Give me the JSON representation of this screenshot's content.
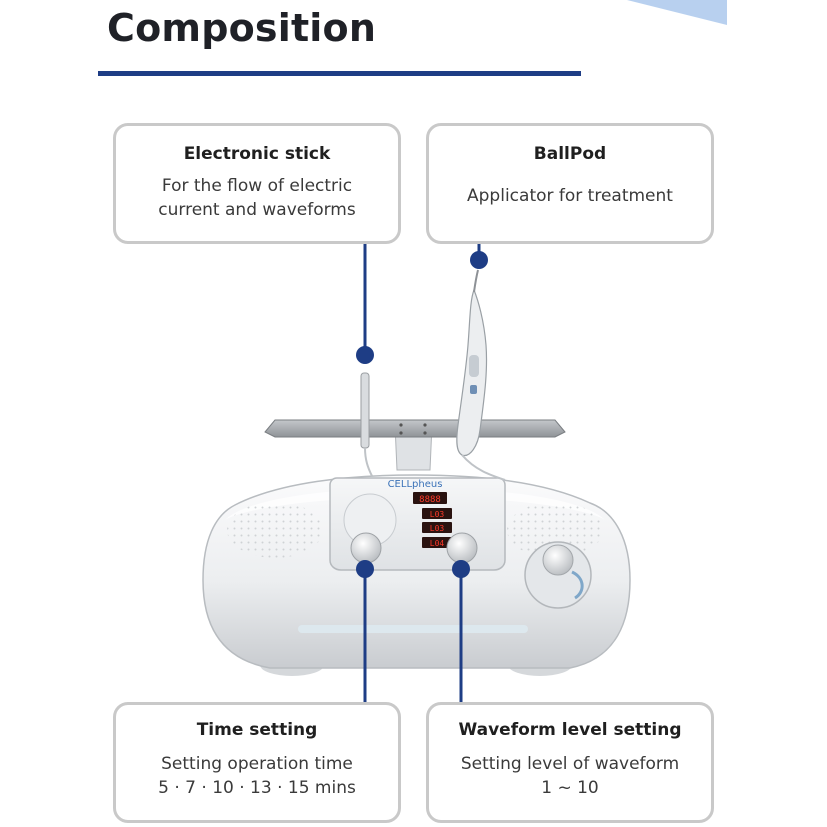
{
  "page": {
    "title": "Composition"
  },
  "colors": {
    "accent": "#1e3d85",
    "callout_border": "#c9c9c9",
    "corner_tint": "#b8d0ef"
  },
  "callouts": [
    {
      "title": "Electronic stick",
      "description": "For the flow of electric current and waveforms"
    },
    {
      "title": "BallPod",
      "description": "Applicator for treatment"
    },
    {
      "title": "Time setting",
      "description": "Setting operation time",
      "description_line2": "5 · 7 · 10 · 13 · 15 mins"
    },
    {
      "title": "Waveform level setting",
      "description": "Setting level of waveform",
      "description_line2": "1 ~ 10"
    }
  ],
  "device": {
    "brand_logo": "CELLpheus",
    "displays": [
      "8888",
      "L03",
      "L03",
      "L04"
    ]
  }
}
